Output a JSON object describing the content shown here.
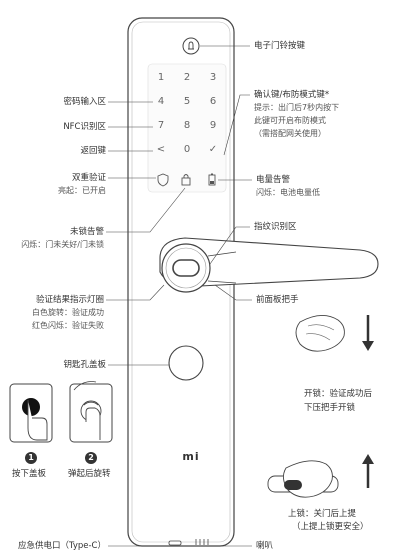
{
  "keypad": {
    "keys": [
      "1",
      "2",
      "3",
      "4",
      "5",
      "6",
      "7",
      "8",
      "9",
      "<",
      "0",
      "✓"
    ]
  },
  "brand": "mi",
  "labels": {
    "doorbell": "电子门铃按键",
    "password_input": "密码输入区",
    "nfc": "NFC识别区",
    "back_key": "返回键",
    "dual_verify": "双重验证",
    "dual_verify_sub": "亮起：已开启",
    "confirm_key": "确认键/布防模式键*",
    "confirm_sub1": "提示：出门后7秒内按下",
    "confirm_sub2": "此键可开启布防模式",
    "confirm_sub3": "（需搭配网关使用）",
    "battery": "电量告警",
    "battery_sub": "闪烁：电池电量低",
    "unlock_alarm": "未锁告警",
    "unlock_alarm_sub": "闪烁：门未关好/门未锁",
    "fingerprint": "指纹识别区",
    "result_ring": "验证结果指示灯圈",
    "result_ring_sub1": "白色旋转：验证成功",
    "result_ring_sub2": "红色闪烁：验证失败",
    "handle": "前面板把手",
    "keyhole_cover": "钥匙孔盖板",
    "unlock": "开锁：验证成功后",
    "unlock_sub": "下压把手开锁",
    "lock": "上锁：关门后上提",
    "lock_sub": "（上提上锁更安全）",
    "step1_num": "1",
    "step1": "按下盖板",
    "step2_num": "2",
    "step2": "弹起后旋转",
    "usb": "应急供电口（Type-C）",
    "speaker": "喇叭"
  }
}
